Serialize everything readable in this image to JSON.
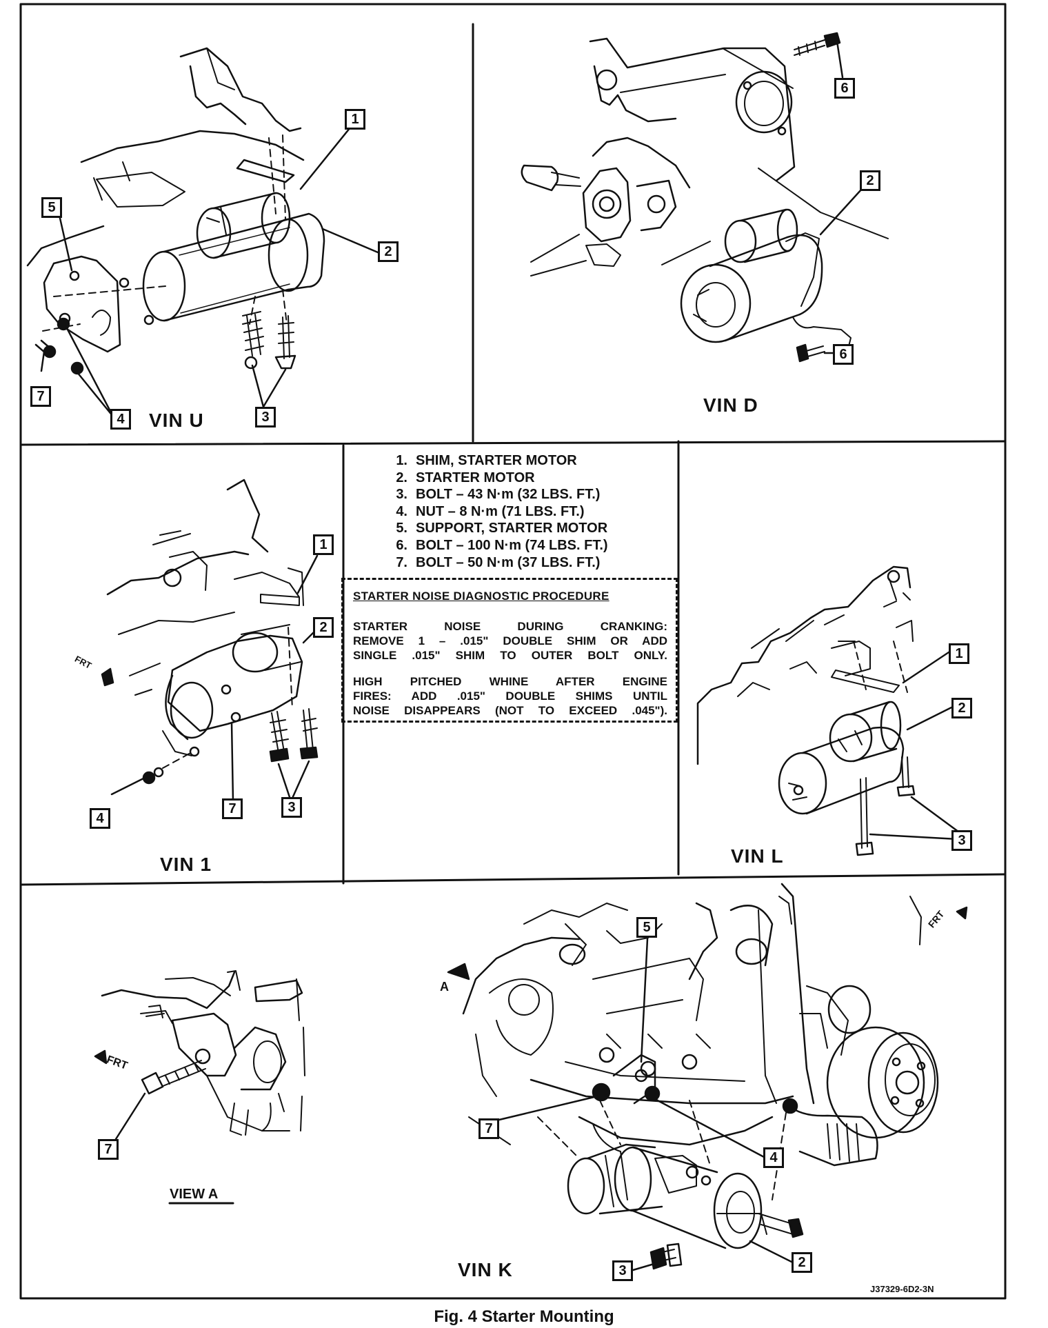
{
  "panels": {
    "vin_u": {
      "label": "VIN U"
    },
    "vin_d": {
      "label": "VIN D"
    },
    "vin_1": {
      "label": "VIN 1"
    },
    "vin_l": {
      "label": "VIN L"
    },
    "view_a": {
      "label": "VIEW A"
    },
    "vin_k": {
      "label": "VIN K"
    }
  },
  "legend": {
    "items": [
      {
        "num": "1.",
        "text": "SHIM, STARTER MOTOR"
      },
      {
        "num": "2.",
        "text": "STARTER MOTOR"
      },
      {
        "num": "3.",
        "text": "BOLT – 43 N·m (32 LBS. FT.)"
      },
      {
        "num": "4.",
        "text": "NUT – 8 N·m (71 LBS. FT.)"
      },
      {
        "num": "5.",
        "text": "SUPPORT, STARTER MOTOR"
      },
      {
        "num": "6.",
        "text": "BOLT – 100 N·m (74 LBS. FT.)"
      },
      {
        "num": "7.",
        "text": "BOLT – 50 N·m (37 LBS. FT.)"
      }
    ]
  },
  "note": {
    "title": "STARTER NOISE DIAGNOSTIC PROCEDURE",
    "line1": "STARTER NOISE DURING CRANKING:",
    "line2": "REMOVE 1 – .015\" DOUBLE SHIM OR ADD",
    "line3": "SINGLE .015\" SHIM TO OUTER BOLT ONLY.",
    "line4": "HIGH PITCHED WHINE AFTER ENGINE",
    "line5": "FIRES: ADD .015\" DOUBLE SHIMS UNTIL",
    "line6": "NOISE DISAPPEARS (NOT TO EXCEED .045\")."
  },
  "arrows": {
    "frt": "FRT",
    "view_marker": "A"
  },
  "callout_numbers": {
    "one": "1",
    "two": "2",
    "three": "3",
    "four": "4",
    "five": "5",
    "six": "6",
    "seven": "7"
  },
  "caption": "Fig. 4 Starter Mounting",
  "figure_code": "J37329-6D2-3N"
}
